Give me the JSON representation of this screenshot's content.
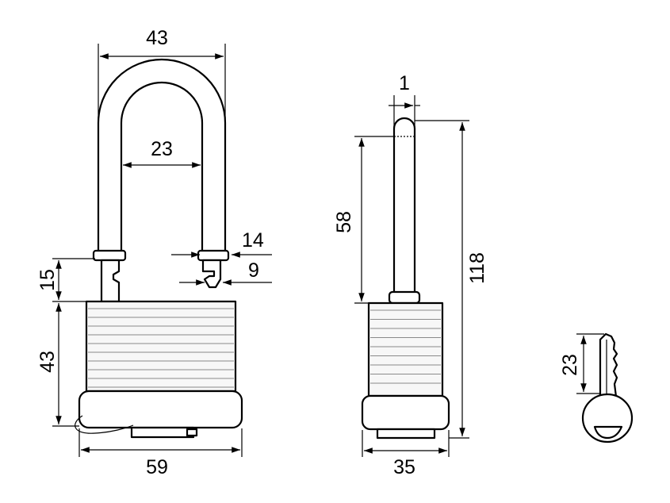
{
  "colors": {
    "line": "#000000",
    "stripe": "#8a8a8a",
    "background": "#ffffff"
  },
  "front_view": {
    "shackle_outer_width": "43",
    "shackle_inner_width": "23",
    "shackle_diameter": "14",
    "shackle_notch": "9",
    "shackle_clearance_height": "15",
    "body_height": "43",
    "body_width": "59"
  },
  "side_view": {
    "shackle_tip": "1",
    "shackle_length": "58",
    "overall_height": "118",
    "body_depth": "35"
  },
  "key_view": {
    "blade_length": "23"
  }
}
